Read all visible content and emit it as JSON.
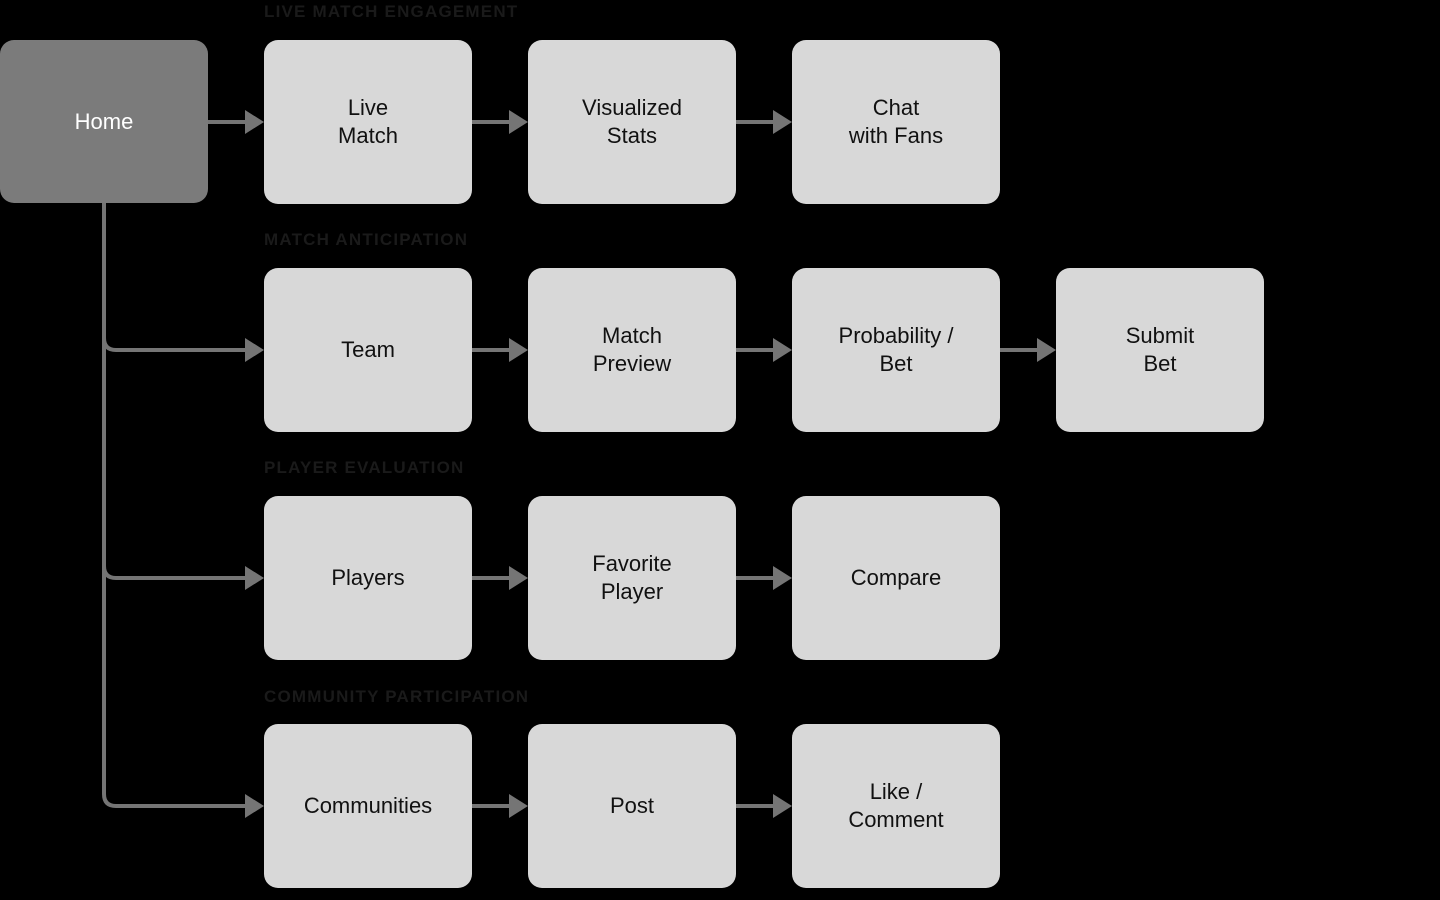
{
  "colors": {
    "background": "#000000",
    "home_fill": "#7b7b7b",
    "home_text": "#ffffff",
    "node_fill": "#d8d8d8",
    "node_text": "#111111",
    "connector": "#757575",
    "header_text": "#1a1a1a"
  },
  "home": {
    "label": "Home"
  },
  "rows": [
    {
      "header": "LIVE MATCH ENGAGEMENT",
      "nodes": [
        {
          "label": "Live\nMatch"
        },
        {
          "label": "Visualized\nStats"
        },
        {
          "label": "Chat\nwith Fans"
        }
      ]
    },
    {
      "header": "MATCH ANTICIPATION",
      "nodes": [
        {
          "label": "Team"
        },
        {
          "label": "Match\nPreview"
        },
        {
          "label": "Probability /\nBet"
        },
        {
          "label": "Submit\nBet"
        }
      ]
    },
    {
      "header": "PLAYER EVALUATION",
      "nodes": [
        {
          "label": "Players"
        },
        {
          "label": "Favorite\nPlayer"
        },
        {
          "label": "Compare"
        }
      ]
    },
    {
      "header": "COMMUNITY PARTICIPATION",
      "nodes": [
        {
          "label": "Communities"
        },
        {
          "label": "Post"
        },
        {
          "label": "Like /\nComment"
        }
      ]
    }
  ]
}
